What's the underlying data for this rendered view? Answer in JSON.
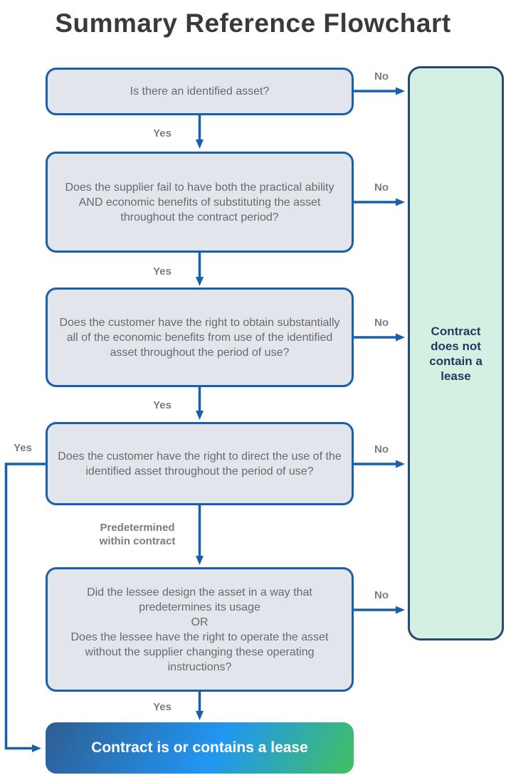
{
  "title": "Summary Reference Flowchart",
  "labels": {
    "yes": "Yes",
    "no": "No",
    "predetermined": "Predetermined\nwithin contract"
  },
  "questions": [
    {
      "text": "Is there an identified asset?"
    },
    {
      "text": "Does the supplier fail to have both the practical ability AND economic benefits of substituting the asset throughout the contract period?"
    },
    {
      "text": "Does the customer have the right to obtain substantially all of the economic benefits from use of the identified asset throughout the period of use?"
    },
    {
      "text": "Does the customer have the right to direct the use of the identified asset throughout the period of use?"
    },
    {
      "text": "Did the lessee design the asset in a way that predetermines its usage\nOR\nDoes the lessee have the right to operate the asset without the supplier changing these operating instructions?"
    }
  ],
  "outcomes": {
    "no_lease": "Contract does not contain a lease",
    "lease": "Contract is or contains a lease"
  },
  "colors": {
    "arrow_blue": "#1a5fa8",
    "box_fill": "#e3e5ec",
    "box_border": "#1a5fa8",
    "question_text": "#696969",
    "title_text": "#3a3a3c",
    "label_gray": "#7c7c7c",
    "no_lease_fill": "#d4f0e2",
    "no_lease_border": "#27496d",
    "no_lease_text": "#1e3a5f",
    "lease_gradient_start": "#2e5d92",
    "lease_gradient_mid": "#2196f3",
    "lease_gradient_end": "#41c05f"
  }
}
